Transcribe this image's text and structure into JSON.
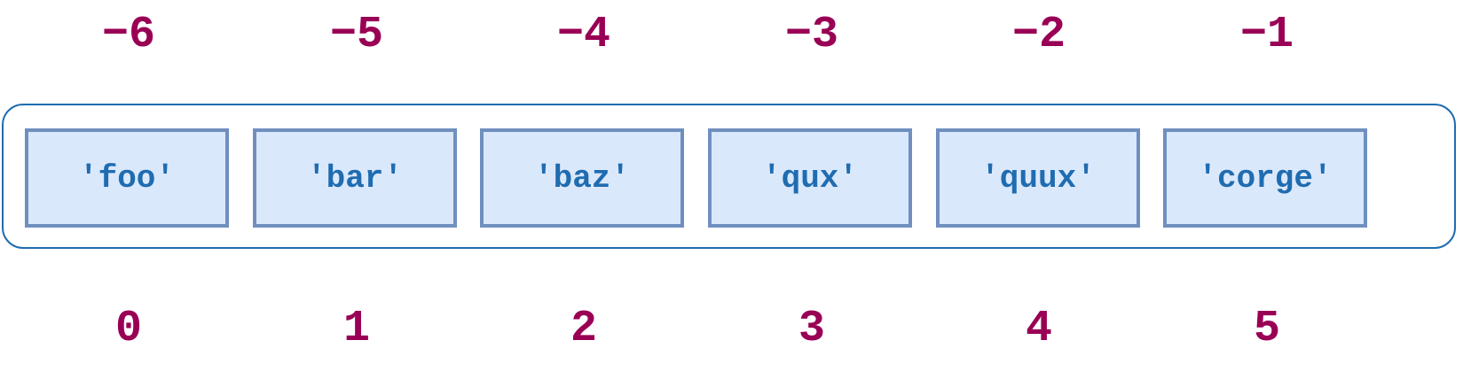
{
  "negative_indices": [
    "−6",
    "−5",
    "−4",
    "−3",
    "−2",
    "−1"
  ],
  "items": [
    "'foo'",
    "'bar'",
    "'baz'",
    "'qux'",
    "'quux'",
    "'corge'"
  ],
  "positive_indices": [
    "0",
    "1",
    "2",
    "3",
    "4",
    "5"
  ],
  "colors": {
    "index_text": "#990055",
    "item_text": "#1f6cb0",
    "cell_fill": "#dae8fc",
    "cell_border": "#6f8fbf",
    "frame_border": "#1f6cb0"
  }
}
